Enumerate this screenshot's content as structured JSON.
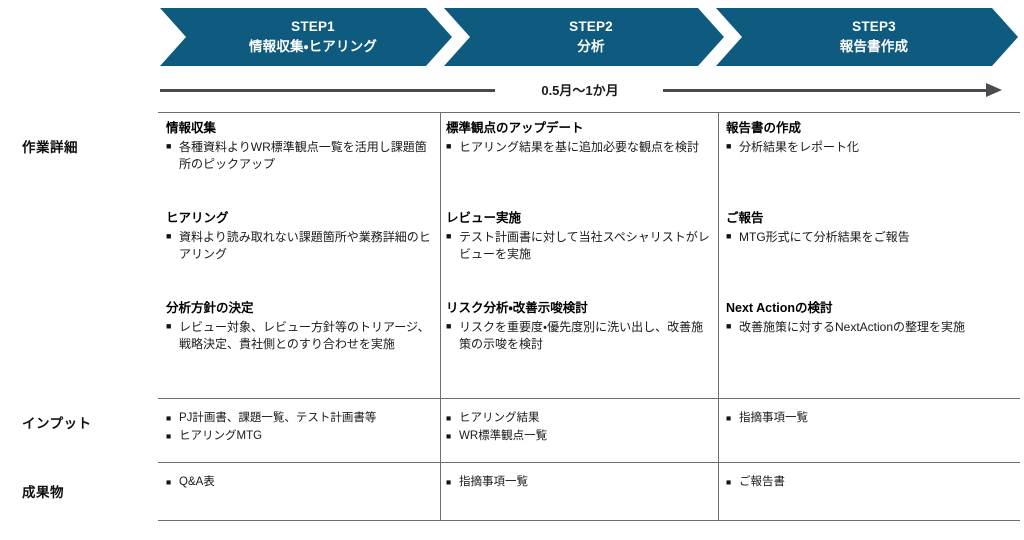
{
  "steps": [
    {
      "no": "STEP1",
      "name": "情報収集・ヒアリング"
    },
    {
      "no": "STEP2",
      "name": "分析"
    },
    {
      "no": "STEP3",
      "name": "報告書作成"
    }
  ],
  "timeline": {
    "duration_label": "0.5月〜1か月"
  },
  "row_labels": {
    "detail": "作業詳細",
    "input": "インプット",
    "output": "成果物"
  },
  "bullet_glyph": "■",
  "columns": [
    {
      "tasks": [
        {
          "title": "情報収集",
          "bullets": [
            "各種資料よりWR標準観点一覧を活用し課題箇所のピックアップ"
          ]
        },
        {
          "title": "ヒアリング",
          "bullets": [
            "資料より読み取れない課題箇所や業務詳細のヒアリング"
          ]
        },
        {
          "title": "分析方針の決定",
          "bullets": [
            "レビュー対象、レビュー方針等のトリアージ、戦略決定、貴社側とのすり合わせを実施"
          ]
        }
      ],
      "inputs": [
        "PJ計画書、課題一覧、テスト計画書等",
        "ヒアリングMTG"
      ],
      "outputs": [
        "Q&A表"
      ]
    },
    {
      "tasks": [
        {
          "title": "標準観点のアップデート",
          "bullets": [
            "ヒアリング結果を基に追加必要な観点を検討"
          ]
        },
        {
          "title": "レビュー実施",
          "bullets": [
            "テスト計画書に対して当社スペシャリストがレビューを実施"
          ]
        },
        {
          "title": "リスク分析・改善示唆検討",
          "bullets": [
            "リスクを重要度・優先度別に洗い出し、改善施策の示唆を検討"
          ]
        }
      ],
      "inputs": [
        "ヒアリング結果",
        "WR標準観点一覧"
      ],
      "outputs": [
        "指摘事項一覧"
      ]
    },
    {
      "tasks": [
        {
          "title": "報告書の作成",
          "bullets": [
            "分析結果をレポート化"
          ]
        },
        {
          "title": "ご報告",
          "bullets": [
            "MTG形式にて分析結果をご報告"
          ]
        },
        {
          "title": "Next Actionの検討",
          "bullets": [
            "改善施策に対するNextActionの整理を実施"
          ]
        }
      ],
      "inputs": [
        "指摘事項一覧"
      ],
      "outputs": [
        "ご報告書"
      ]
    }
  ],
  "colors": {
    "chevron": "#0e5b7f",
    "arrow": "#4a4a50",
    "rule": "#6e6e6e"
  }
}
